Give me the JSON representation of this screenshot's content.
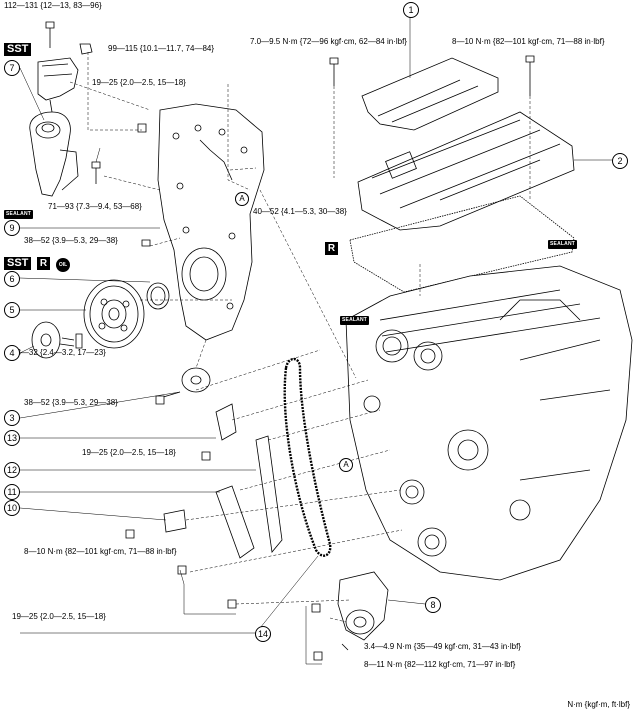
{
  "torque_specs": {
    "t1": "112—131 {12—13, 83—96}",
    "t2": "99—115 {10.1—11.7, 74—84}",
    "t3": "19—25 {2.0—2.5, 15—18}",
    "t4": "7.0—9.5 N·m {72—96 kgf·cm, 62—84 in·lbf}",
    "t5": "8—10 N·m {82—101 kgf·cm, 71—88 in·lbf}",
    "t6": "71—93 {7.3—9.4, 53—68}",
    "t7": "40—52 {4.1—5.3, 30—38}",
    "t8": "38—52 {3.9—5.3, 29—38}",
    "t9": "23—32 {2.4—3.2, 17—23}",
    "t10": "38—52 {3.9—5.3, 29—38}",
    "t11": "19—25 {2.0—2.5, 15—18}",
    "t12": "8—10 N·m {82—101 kgf·cm, 71—88 in·lbf}",
    "t13": "19—25 {2.0—2.5, 15—18}",
    "t14": "3.4—4.9 N·m {35—49 kgf·cm, 31—43 in·lbf}",
    "t15": "8—11 N·m {82—112 kgf·cm, 71—97 in·lbf}"
  },
  "badges": {
    "sst": "SST",
    "r": "R",
    "sealant": "SEALANT",
    "oil": "OIL"
  },
  "callouts": {
    "c1": "1",
    "c2": "2",
    "c3": "3",
    "c4": "4",
    "c5": "5",
    "c6": "6",
    "c7": "7",
    "c8": "8",
    "c9": "9",
    "c10": "10",
    "c11": "11",
    "c12": "12",
    "c13": "13",
    "c14": "14",
    "a": "A"
  },
  "unit_note": "N·m {kgf·m, ft·lbf}"
}
